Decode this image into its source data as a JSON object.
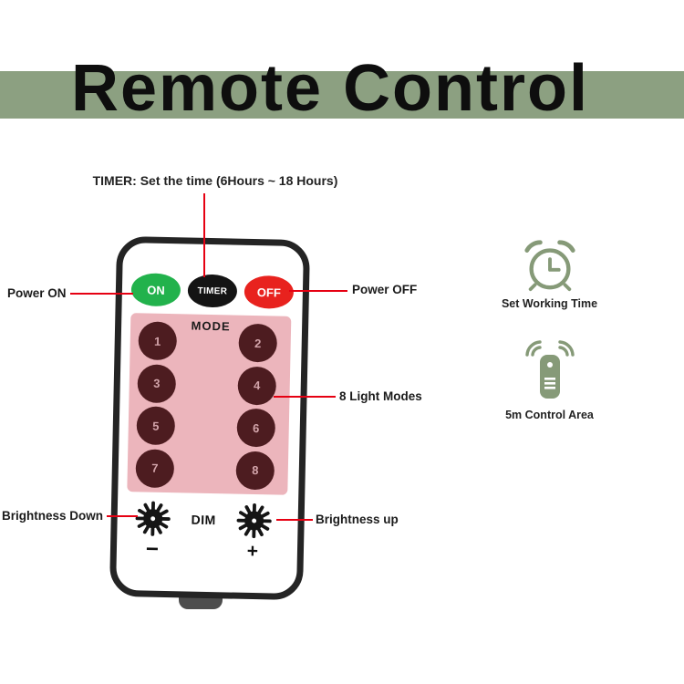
{
  "title": "Remote Control",
  "timer_note": "TIMER: Set the time (6Hours ~ 18 Hours)",
  "remote": {
    "power_buttons": [
      "ON",
      "TIMER",
      "OFF"
    ],
    "mode_label": "MODE",
    "mode_buttons": [
      "1",
      "2",
      "3",
      "4",
      "5",
      "6",
      "7",
      "8"
    ],
    "dim_label": "DIM",
    "brightness_minus": "−",
    "brightness_plus": "+"
  },
  "annotations": {
    "power_on": "Power ON",
    "power_off": "Power OFF",
    "light_modes": "8 Light Modes",
    "brightness_down": "Brightness Down",
    "brightness_up": "Brightness up"
  },
  "side_info": [
    {
      "icon": "alarm-clock-icon",
      "label": "Set Working Time"
    },
    {
      "icon": "remote-signal-icon",
      "label": "5m Control Area"
    }
  ],
  "colors": {
    "band_green": "#8CA081",
    "annotation_red": "#E60012",
    "on_button_green": "#22B24C",
    "timer_button_black": "#141414",
    "off_button_red": "#E8221E",
    "mode_panel_pink": "#ECB5BC",
    "mode_button_maroon": "#4D1C20",
    "icon_green": "#869A78"
  }
}
